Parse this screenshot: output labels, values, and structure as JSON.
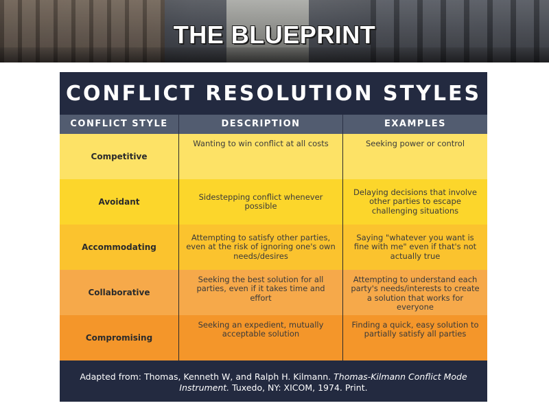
{
  "banner": {
    "title": "THE BLUEPRINT"
  },
  "card": {
    "title": "CONFLICT RESOLUTION STYLES",
    "columns": [
      "CONFLICT STYLE",
      "DESCRIPTION",
      "EXAMPLES"
    ],
    "rows": [
      {
        "style": "Competitive",
        "description": "Wanting to win conflict at all costs",
        "example": "Seeking power or control",
        "color": "#fde266"
      },
      {
        "style": "Avoidant",
        "description": "Sidestepping conflict whenever possible",
        "example": "Delaying decisions that involve other parties to escape challenging situations",
        "color": "#fcd62b"
      },
      {
        "style": "Accommodating",
        "description": "Attempting to satisfy other parties, even at the risk of ignoring one's own needs/desires",
        "example": "Saying \"whatever you want is fine with me\" even if that's not actually true",
        "color": "#fbc32e"
      },
      {
        "style": "Collaborative",
        "description": "Seeking the best solution for all parties, even if it takes time and effort",
        "example": "Attempting to understand each party's needs/interests to create a solution that works for everyone",
        "color": "#f6a94a"
      },
      {
        "style": "Compromising",
        "description": "Seeking an expedient, mutually acceptable solution",
        "example": "Finding a quick, easy solution to partially satisfy all parties",
        "color": "#f4962a"
      }
    ],
    "footer": {
      "prefix": "Adapted from: Thomas, Kenneth W, and Ralph H. Kilmann.",
      "italic_title": "Thomas-Kilmann Conflict Mode Instrument.",
      "suffix": "Tuxedo, NY: XICOM, 1974. Print."
    },
    "colors": {
      "navy": "#232a40",
      "header_band": "#525c70"
    }
  }
}
